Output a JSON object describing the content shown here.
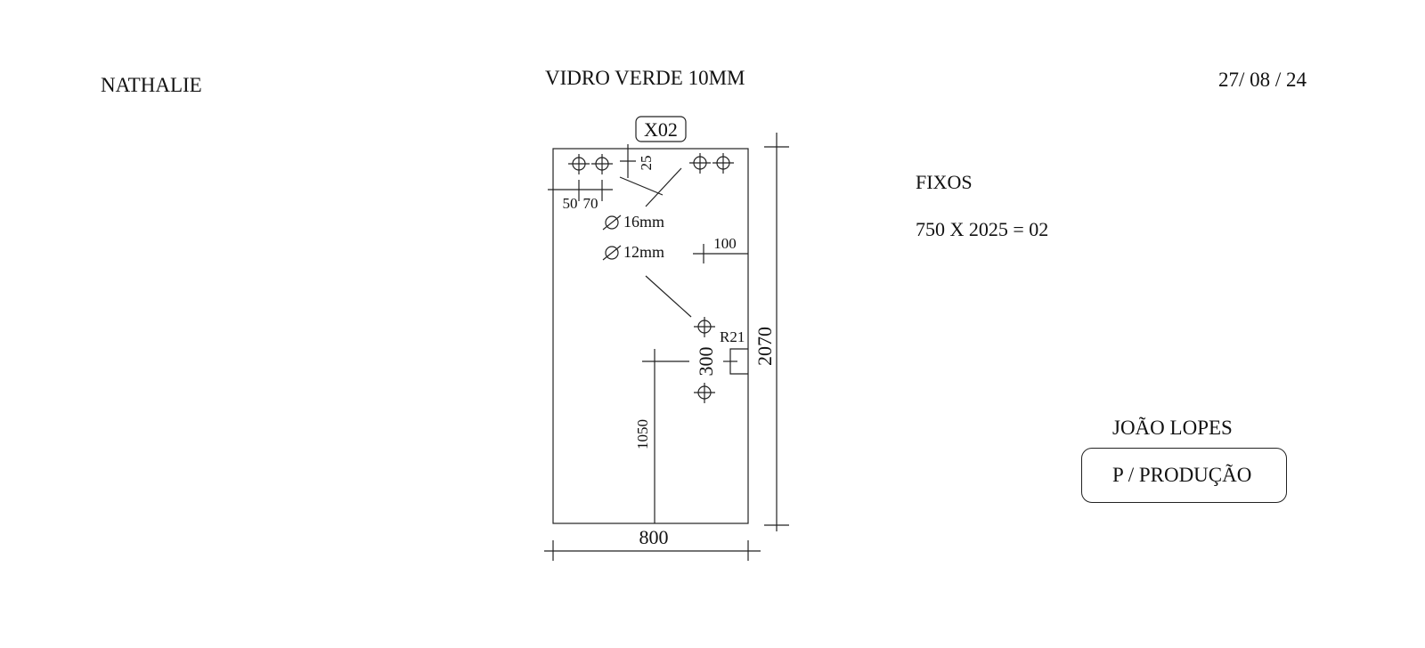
{
  "header": {
    "client": "NATHALIE",
    "title": "VIDRO VERDE 10MM",
    "date": "27/ 08 / 24"
  },
  "drawing": {
    "piece_code": "X02",
    "width": "800",
    "height": "2070",
    "hole_offset_top": "25",
    "hole_offset_a": "50",
    "hole_offset_b": "70",
    "hole_large": "16mm",
    "hole_small": "12mm",
    "side_offset": "100",
    "radius": "R21",
    "hole_spacing": "300",
    "handle_height": "1050"
  },
  "info": {
    "label": "FIXOS",
    "quantity": "750 X 2025 = 02"
  },
  "footer": {
    "author": "JOÃO LOPES",
    "status": "P / PRODUÇÃO"
  }
}
